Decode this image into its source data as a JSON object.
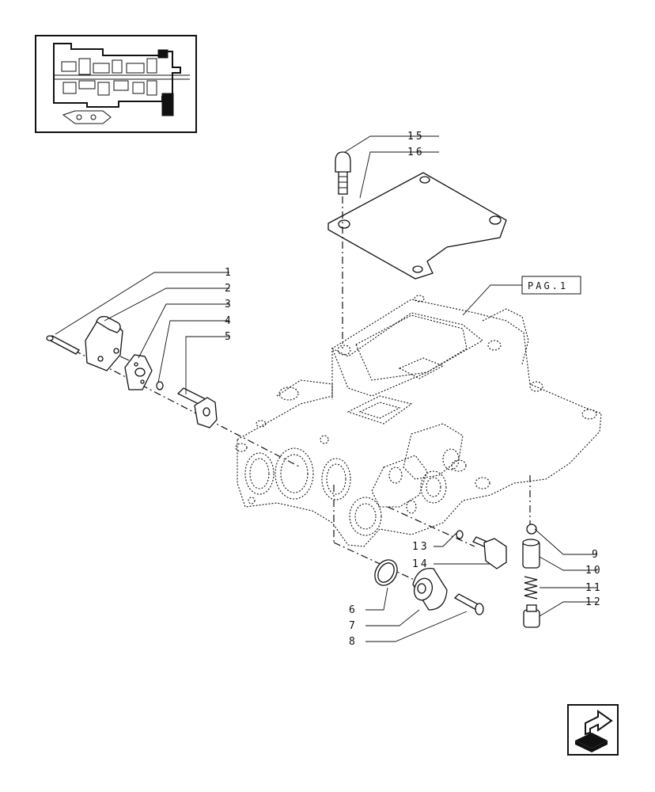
{
  "diagram": {
    "callouts": [
      "1",
      "2",
      "3",
      "4",
      "5",
      "6",
      "7",
      "8",
      "9",
      "10",
      "11",
      "12",
      "13",
      "14",
      "15",
      "16"
    ],
    "reference_label": "PAG.1"
  },
  "navigation": {
    "next_icon": "next-page-arrow-icon"
  }
}
